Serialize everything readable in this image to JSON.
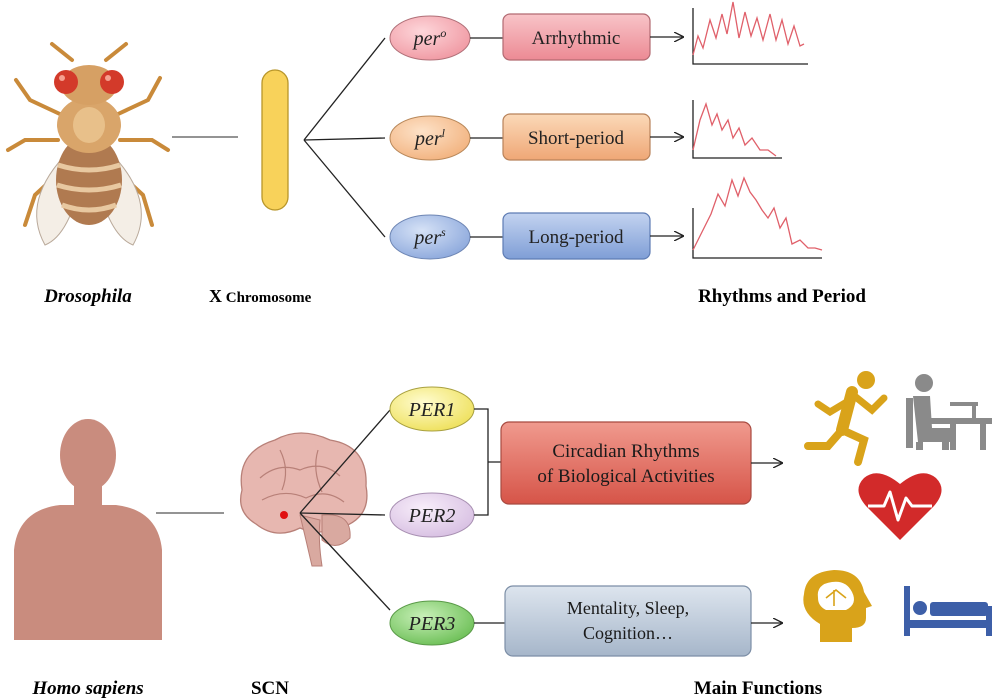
{
  "top": {
    "organism_label": "Drosophila",
    "chromosome_label_x": "X",
    "chromosome_label_rest": " Chromosome",
    "rhythms_label": "Rhythms and Period",
    "alleles": [
      {
        "base": "per",
        "sup": "o",
        "phenotype": "Arrhythmic",
        "color": "#f2a0a8"
      },
      {
        "base": "per",
        "sup": "l",
        "phenotype": "Short-period",
        "color": "#f6c39a"
      },
      {
        "base": "per",
        "sup": "s",
        "phenotype": "Long-period",
        "color": "#9bb4e0"
      }
    ],
    "chromosome_color": "#f8d25a",
    "trace_color": "#e0606a"
  },
  "bottom": {
    "organism_label": "Homo sapiens",
    "scn_label": "SCN",
    "functions_label": "Main Functions",
    "genes": [
      {
        "name": "PER1",
        "color": "#f6ee7c"
      },
      {
        "name": "PER2",
        "color": "#e6d2ec"
      },
      {
        "name": "PER3",
        "color": "#8fd07a"
      }
    ],
    "circadian_box": {
      "line1": "Circadian Rhythms",
      "line2": "of  Biological Activities",
      "color": "#e06a60"
    },
    "mentality_box": {
      "line1": "Mentality, Sleep,",
      "line2": "Cognition…",
      "color": "#b8c6d8"
    },
    "icons": [
      "running-person-icon",
      "desk-worker-icon",
      "heart-pulse-icon",
      "brain-head-icon",
      "bed-icon"
    ],
    "icon_colors": {
      "gold": "#d9a31a",
      "gray": "#8a8a8a",
      "red": "#d22a2a",
      "blue": "#3d5fa8"
    }
  }
}
